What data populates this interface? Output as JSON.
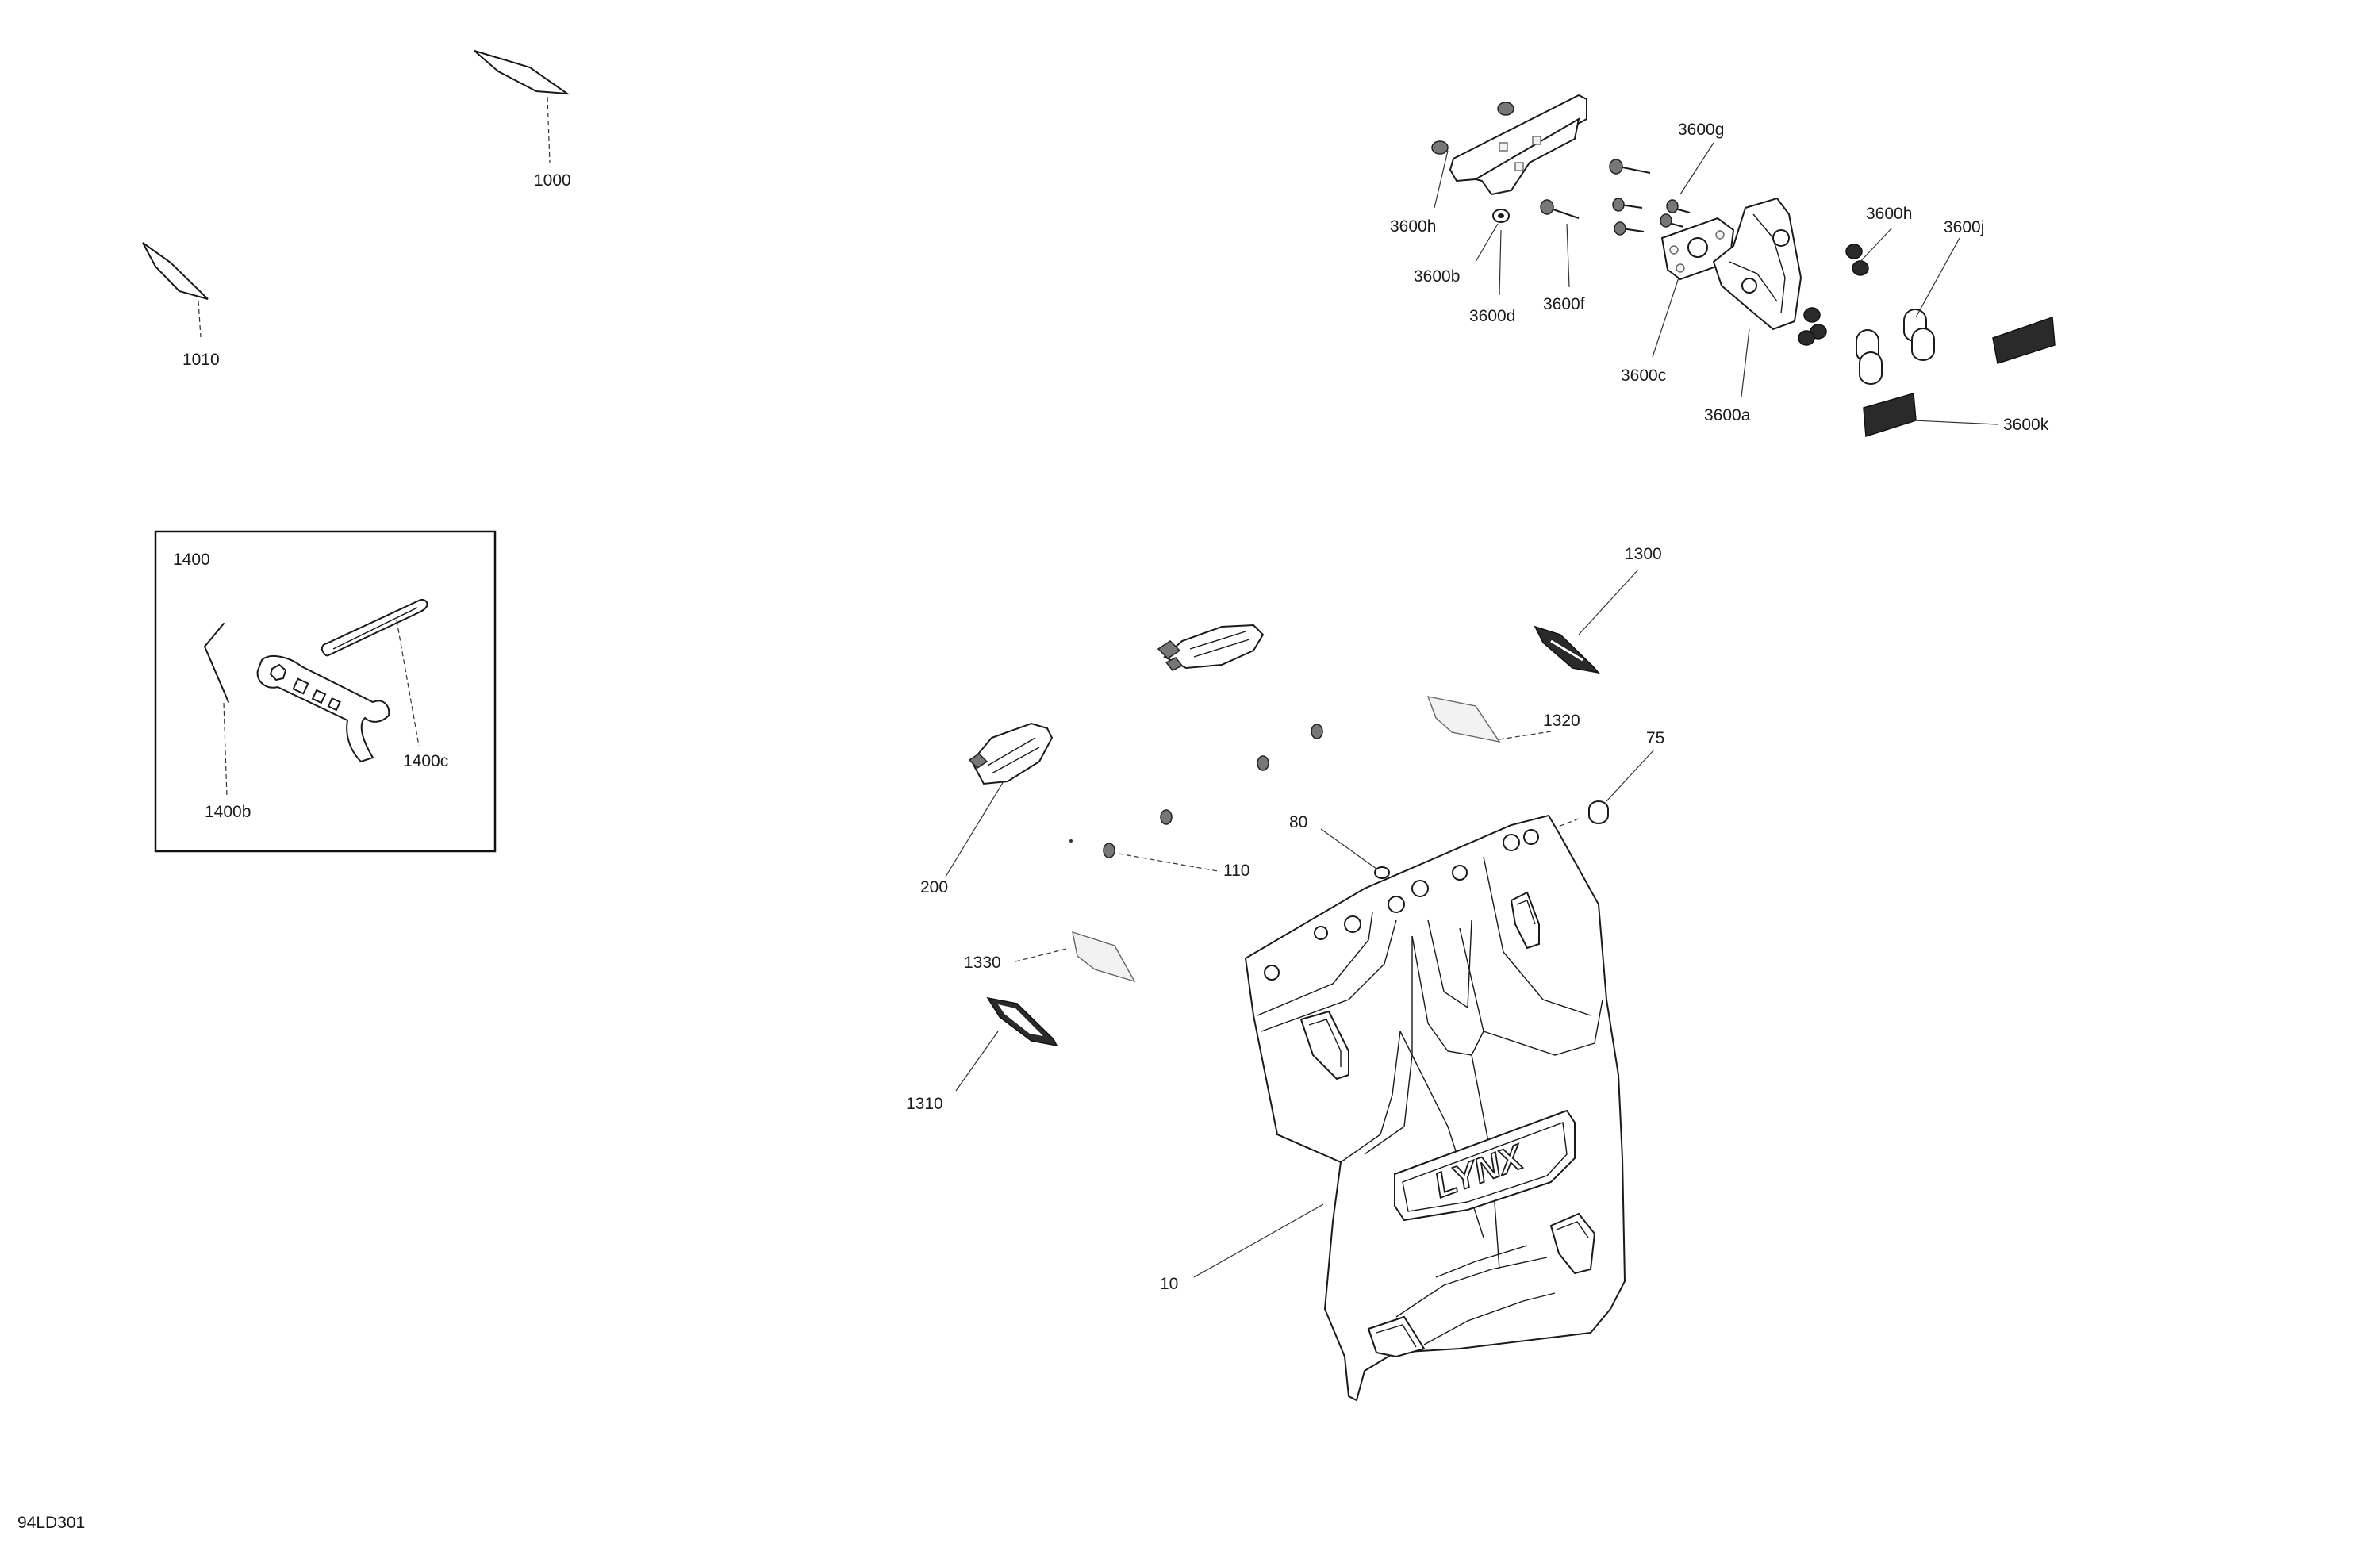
{
  "diagram_id": "94LD301",
  "kit_box": {
    "title": "1400"
  },
  "callouts": [
    {
      "id": "c-1000",
      "text": "1000"
    },
    {
      "id": "c-1010",
      "text": "1010"
    },
    {
      "id": "c-1400b",
      "text": "1400b"
    },
    {
      "id": "c-1400c",
      "text": "1400c"
    },
    {
      "id": "c-3600g",
      "text": "3600g"
    },
    {
      "id": "c-3600h-a",
      "text": "3600h"
    },
    {
      "id": "c-3600h-b",
      "text": "3600h"
    },
    {
      "id": "c-3600j",
      "text": "3600j"
    },
    {
      "id": "c-3600b",
      "text": "3600b"
    },
    {
      "id": "c-3600d",
      "text": "3600d"
    },
    {
      "id": "c-3600f",
      "text": "3600f"
    },
    {
      "id": "c-3600c",
      "text": "3600c"
    },
    {
      "id": "c-3600a",
      "text": "3600a"
    },
    {
      "id": "c-3600k",
      "text": "3600k"
    },
    {
      "id": "c-1300",
      "text": "1300"
    },
    {
      "id": "c-1320",
      "text": "1320"
    },
    {
      "id": "c-75",
      "text": "75"
    },
    {
      "id": "c-80",
      "text": "80"
    },
    {
      "id": "c-110",
      "text": "110"
    },
    {
      "id": "c-200",
      "text": "200"
    },
    {
      "id": "c-1330",
      "text": "1330"
    },
    {
      "id": "c-1310",
      "text": "1310"
    },
    {
      "id": "c-10",
      "text": "10"
    }
  ],
  "brand_logo": "LYNX"
}
